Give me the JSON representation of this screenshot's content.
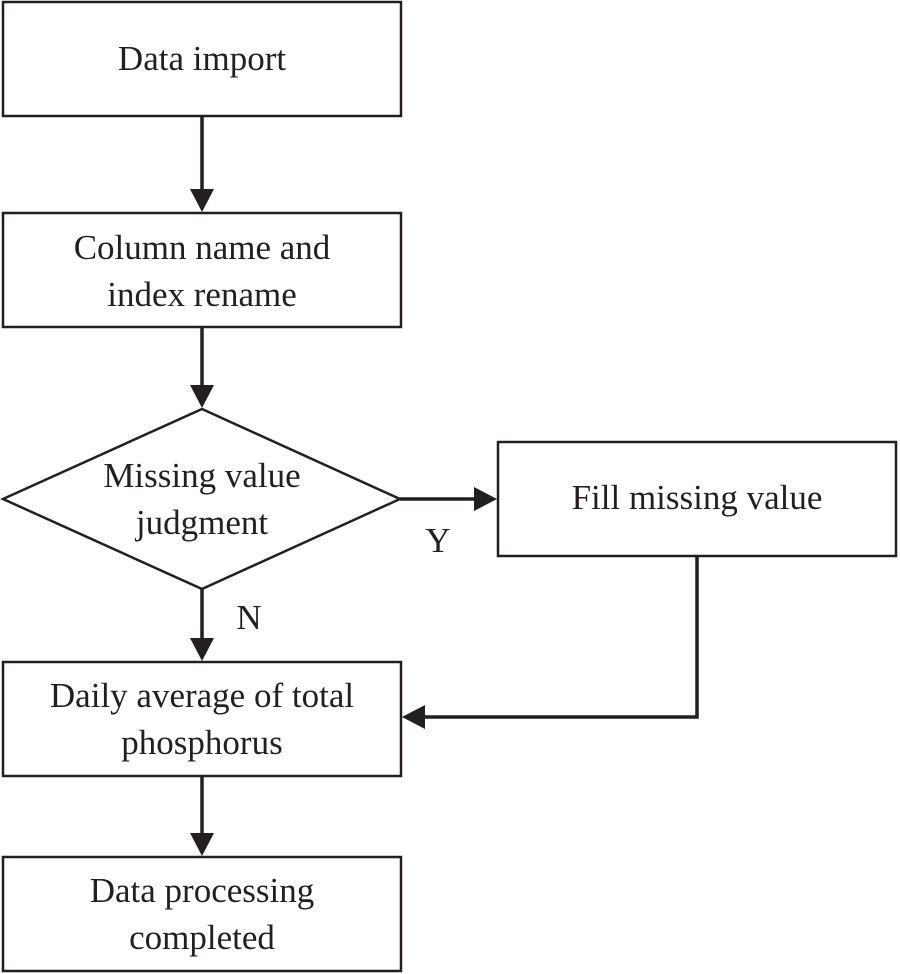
{
  "flowchart": {
    "nodes": {
      "data_import": {
        "lines": [
          "Data import"
        ]
      },
      "rename": {
        "lines": [
          "Column name and",
          "index rename"
        ]
      },
      "missing_check": {
        "lines": [
          "Missing value",
          "judgment"
        ]
      },
      "fill_missing": {
        "lines": [
          "Fill missing value"
        ]
      },
      "daily_average": {
        "lines": [
          "Daily average of total",
          "phosphorus"
        ]
      },
      "completed": {
        "lines": [
          "Data processing",
          "completed"
        ]
      }
    },
    "edges": {
      "yes_label": "Y",
      "no_label": "N"
    },
    "colors": {
      "stroke": "#231f20",
      "fill": "#ffffff",
      "text": "#231f20"
    }
  }
}
